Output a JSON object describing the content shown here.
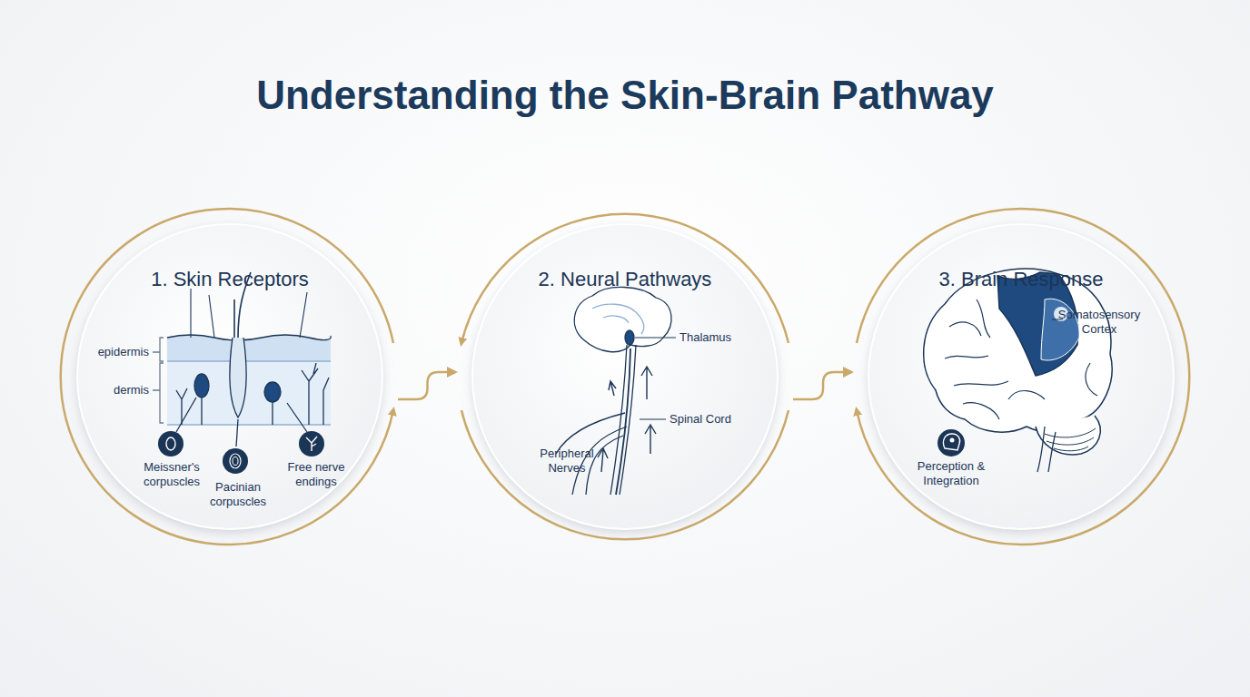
{
  "diagram": {
    "title": "Understanding the Skin-Brain Pathway",
    "nodes": [
      {
        "text": [
          "1. Skin Receptors"
        ]
      },
      {
        "text": [
          "2. Neural Pathways"
        ]
      },
      {
        "text": [
          "3. Brain Response"
        ]
      }
    ],
    "edges": [
      {
        "from": 0,
        "to": 1,
        "arrow": "to"
      },
      {
        "from": 1,
        "to": 2,
        "arrow": "to"
      }
    ],
    "labels": [
      "epidermis",
      "dermis",
      "Meissner's corpuscles",
      "Pacinian corpuscles",
      "Free nerve endings",
      "Thalamus",
      "Spinal Cord",
      "Peripheral Nerves",
      "Somatosensory Cortex",
      "Perception & Integration"
    ]
  }
}
